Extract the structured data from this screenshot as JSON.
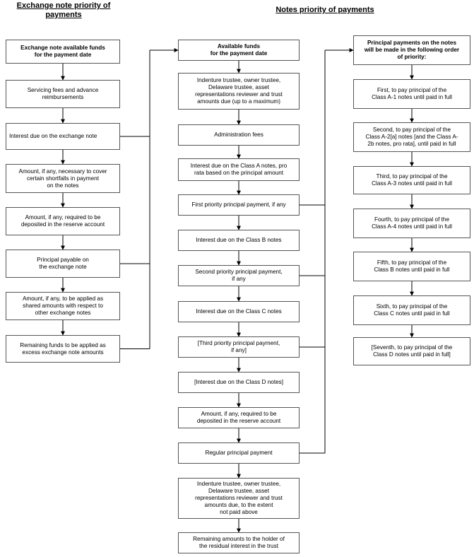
{
  "headers": {
    "left_title": "Exchange note\npriority of payments",
    "center_title": "Notes priority of payments"
  },
  "left_column": [
    "Exchange note available funds\nfor the payment date",
    "Servicing fees and advance\nreimbursements",
    "Interest due on the exchange note",
    "Amount, if any, necessary to cover\ncertain shortfalls in payment\non the notes",
    "Amount, if any, required to be\ndeposited in the reserve account",
    "Principal payable on\nthe exchange note",
    "Amount, if any, to be applied as\nshared amounts with respect to\nother exchange notes",
    "Remaining funds to be applied as\nexcess exchange note amounts"
  ],
  "center_column": [
    "Available funds\nfor the payment date",
    "Indenture trustee, owner trustee,\nDelaware trustee, asset\nrepresentations reviewer and trust\namounts due (up to a maximum)",
    "Administration fees",
    "Interest due on the Class A notes, pro\nrata based on the principal amount",
    "First priority principal payment, if any",
    "Interest due on the Class B notes",
    "Second priority principal payment,\nif any",
    "Interest due on the Class C notes",
    "[Third priority principal payment,\nif any]",
    "[Interest due on the Class D notes]",
    "Amount, if any, required to be\ndeposited in the reserve account",
    "Regular principal payment",
    "Indenture trustee, owner trustee,\nDelaware trustee, asset\nrepresentations reviewer and trust\namounts due, to the extent\nnot paid above",
    "Remaining amounts to the holder of\nthe residual interest in the trust"
  ],
  "right_column": [
    "Principal payments on the notes\nwill be made in the following order\nof priority:",
    "First, to pay principal of the\nClass A-1 notes until paid in full",
    "Second, to pay principal of the\nClass A-2[a] notes [and the Class A-\n2b notes, pro rata], until paid in full",
    "Third, to pay principal of the\nClass A-3 notes until paid in full",
    "Fourth, to pay principal of the\nClass A-4 notes until paid in full",
    "Fifth, to pay principal of the\nClass B notes until paid in full",
    "Sixth, to pay principal of the\nClass C notes until paid in full",
    "[Seventh, to pay principal of the\nClass D notes until paid in full]"
  ]
}
